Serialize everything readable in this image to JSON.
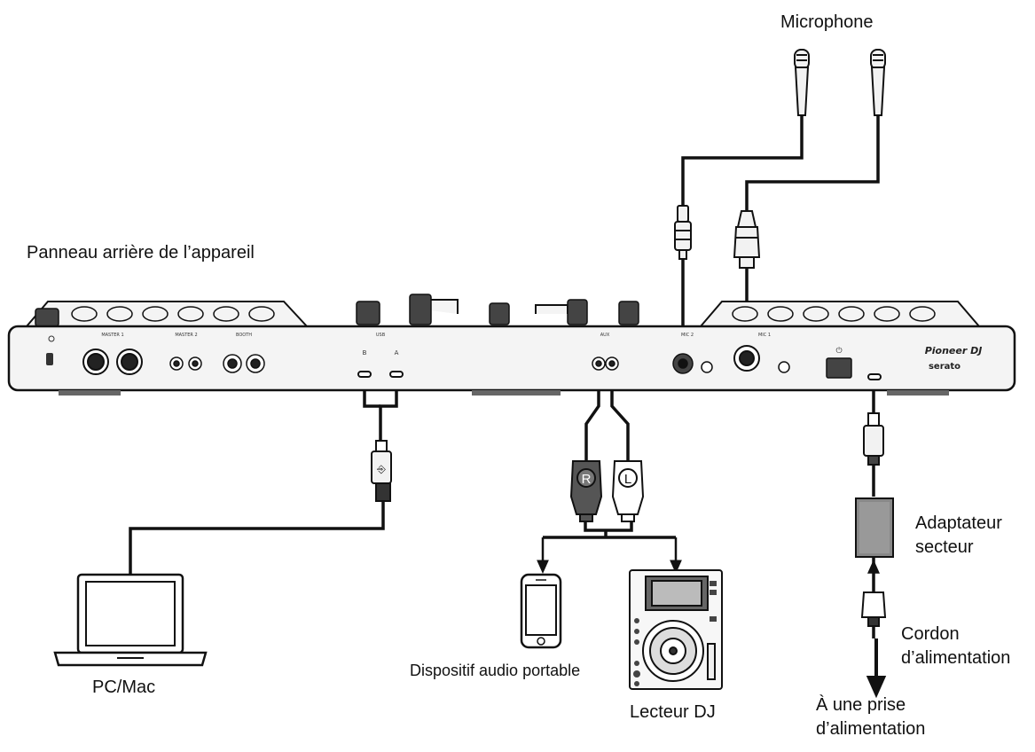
{
  "labels": {
    "microphone": "Microphone",
    "rear_panel": "Panneau arrière de l’appareil",
    "pc_mac": "PC/Mac",
    "portable_audio": "Dispositif audio portable",
    "dj_player": "Lecteur DJ",
    "ac_adapter_line1": "Adaptateur",
    "ac_adapter_line2": "secteur",
    "power_cord_line1": "Cordon",
    "power_cord_line2": "d’alimentation",
    "outlet_line1": "À une prise",
    "outlet_line2": "d’alimentation"
  },
  "panel": {
    "master1": "MASTER 1",
    "master2": "MASTER 2",
    "booth": "BOOTH",
    "usb": "USB",
    "usb_b": "B",
    "usb_a": "A",
    "aux": "AUX",
    "mic2": "MIC 2",
    "mic1": "MIC 1",
    "brand": "Pioneer DJ",
    "software": "serato"
  },
  "plug_letters": {
    "right": "R",
    "left": "L"
  },
  "icons": {
    "usb": "usb-icon",
    "power": "power-icon",
    "arrow": "arrow-down-icon"
  },
  "colors": {
    "line": "#111111",
    "panel_fill": "#f4f4f4",
    "plug_dark": "#555555"
  }
}
